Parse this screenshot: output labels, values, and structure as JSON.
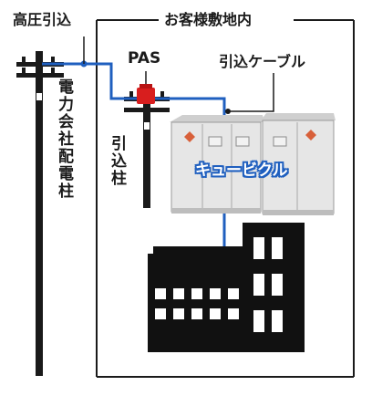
{
  "labels": {
    "high_voltage_lead_in": "高圧引込",
    "customer_premises": "お客様敷地内",
    "pas": "PAS",
    "lead_in_cable": "引込ケーブル",
    "utility_pole": "電力会社配電柱",
    "lead_in_pole": "引込柱",
    "cubicle": "キュービクル"
  },
  "colors": {
    "cable": "#1f5fbf",
    "pas_switch": "#d81e1e",
    "building": "#111111",
    "pole": "#1a1a1a",
    "cubicle_body": "#e6e6e6"
  }
}
